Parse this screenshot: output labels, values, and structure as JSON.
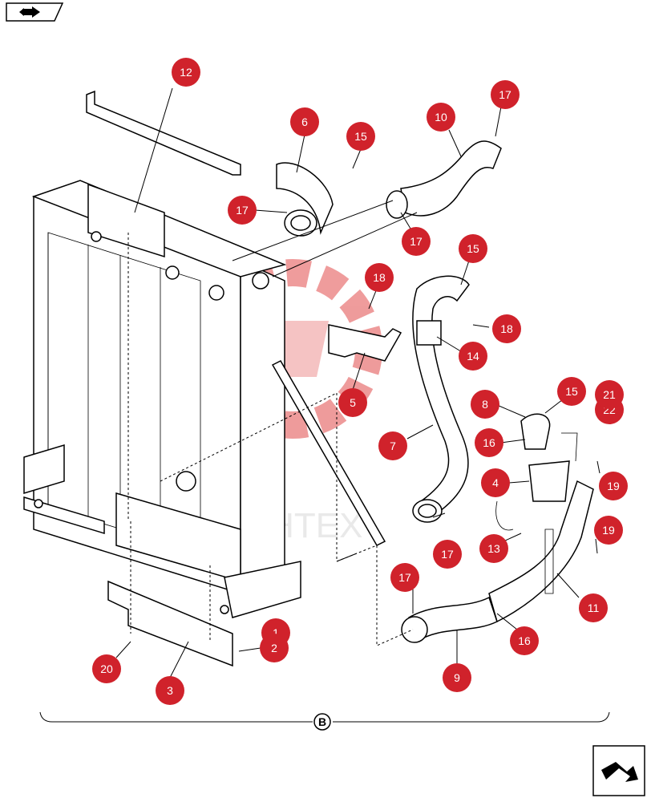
{
  "header": {
    "back_icon": "back-arrow-icon"
  },
  "footer": {
    "next_icon": "next-page-icon"
  },
  "watermark": {
    "text": "ИНТЕХ"
  },
  "assembly_label": "B",
  "colors": {
    "callout": "#d0222b",
    "watermark": "#e14a4a"
  },
  "callouts": [
    {
      "id": "c12",
      "label": "12"
    },
    {
      "id": "c6",
      "label": "6"
    },
    {
      "id": "c15a",
      "label": "15"
    },
    {
      "id": "c10",
      "label": "10"
    },
    {
      "id": "c17a",
      "label": "17"
    },
    {
      "id": "c17b",
      "label": "17"
    },
    {
      "id": "c17c",
      "label": "17"
    },
    {
      "id": "c15b",
      "label": "15"
    },
    {
      "id": "c18a",
      "label": "18"
    },
    {
      "id": "c18b",
      "label": "18"
    },
    {
      "id": "c14",
      "label": "14"
    },
    {
      "id": "c5",
      "label": "5"
    },
    {
      "id": "c8",
      "label": "8"
    },
    {
      "id": "c15c",
      "label": "15"
    },
    {
      "id": "c21",
      "label": "21"
    },
    {
      "id": "c22",
      "label": "22"
    },
    {
      "id": "c16a",
      "label": "16"
    },
    {
      "id": "c7",
      "label": "7"
    },
    {
      "id": "c4",
      "label": "4"
    },
    {
      "id": "c19a",
      "label": "19"
    },
    {
      "id": "c17d",
      "label": "17"
    },
    {
      "id": "c13",
      "label": "13"
    },
    {
      "id": "c19b",
      "label": "19"
    },
    {
      "id": "c17e",
      "label": "17"
    },
    {
      "id": "c11",
      "label": "11"
    },
    {
      "id": "c1",
      "label": "1"
    },
    {
      "id": "c2",
      "label": "2"
    },
    {
      "id": "c16b",
      "label": "16"
    },
    {
      "id": "c20",
      "label": "20"
    },
    {
      "id": "c9",
      "label": "9"
    },
    {
      "id": "c3",
      "label": "3"
    }
  ]
}
